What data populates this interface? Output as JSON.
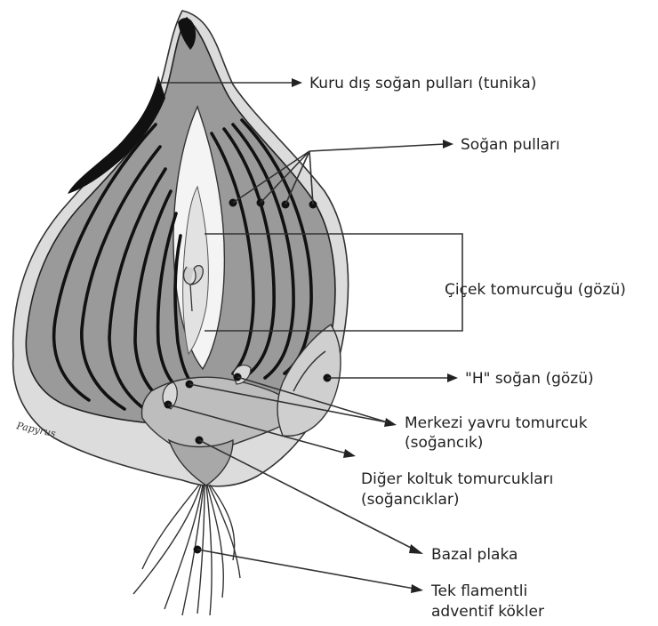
{
  "colors": {
    "bulb_fill": "#9a9a9a",
    "inner_light": "#c9c9c9",
    "outer_light": "#dcdcdc",
    "dark": "#111111",
    "line": "#333333"
  },
  "signature": "Papyrus",
  "labels": {
    "tunic": "Kuru dış soğan pulları (tunika)",
    "scales": "Soğan pulları",
    "flower_bud": "Çiçek tomurcuğu (gözü)",
    "h_bulb": "\"H\" soğan (gözü)",
    "central_bud_1": "Merkezi yavru tomurcuk",
    "central_bud_2": "(soğancık)",
    "axillary_1": "Diğer koltuk tomurcukları",
    "axillary_2": "(soğancıklar)",
    "basal_plate": "Bazal plaka",
    "roots_1": "Tek flamentli",
    "roots_2": "adventif kökler"
  }
}
